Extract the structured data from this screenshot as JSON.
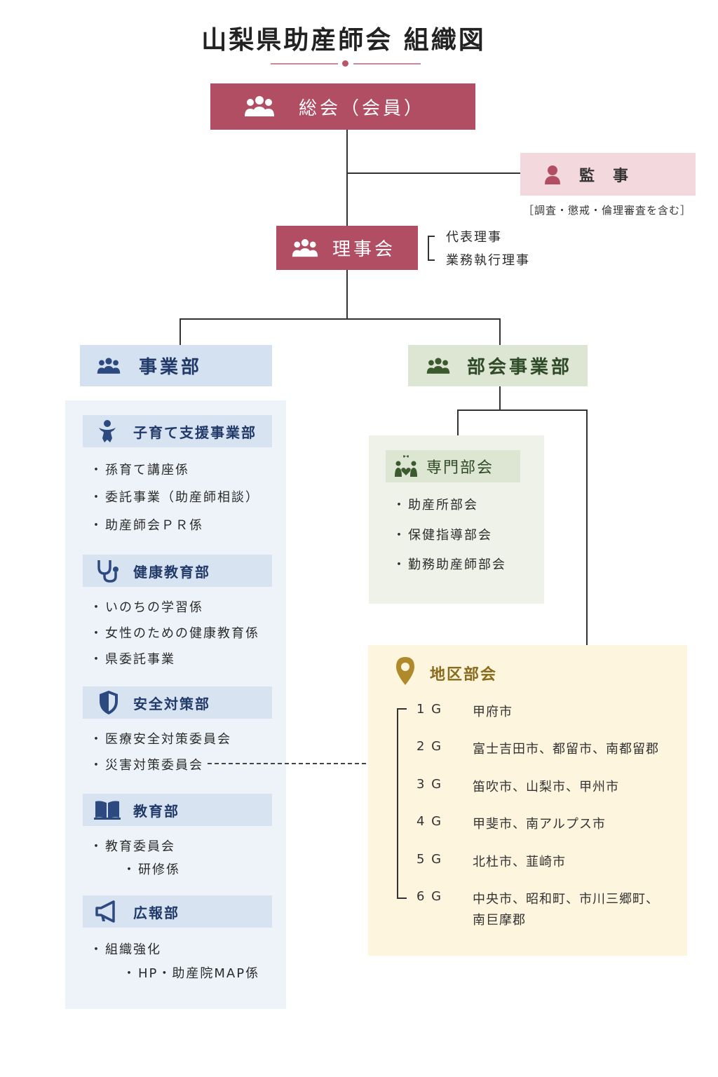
{
  "title": "山梨県助産師会 組織図",
  "general_assembly": "総会（会員）",
  "auditor": {
    "label": "監　事",
    "note": "［調査・懲戒・倫理審査を含む］"
  },
  "board": {
    "label": "理事会",
    "roles": [
      "代表理事",
      "業務執行理事"
    ]
  },
  "business_dept": {
    "label": "事業部",
    "sections": [
      {
        "name": "子育て支援事業部",
        "icon": "baby-icon",
        "items": [
          "孫育て講座係",
          "委託事業（助産師相談）",
          "助産師会ＰＲ係"
        ]
      },
      {
        "name": "健康教育部",
        "icon": "stethoscope-icon",
        "items": [
          "いのちの学習係",
          "女性のための健康教育係",
          "県委託事業"
        ]
      },
      {
        "name": "安全対策部",
        "icon": "shield-icon",
        "items": [
          "医療安全対策委員会",
          "災害対策委員会"
        ]
      },
      {
        "name": "教育部",
        "icon": "book-icon",
        "items": [
          "教育委員会"
        ],
        "subitems": [
          "研修係"
        ]
      },
      {
        "name": "広報部",
        "icon": "megaphone-icon",
        "items": [
          "組織強化"
        ],
        "subitems": [
          "HP・助産院MAP係"
        ]
      }
    ]
  },
  "subcommittee_dept": {
    "label": "部会事業部"
  },
  "specialist": {
    "label": "専門部会",
    "icon": "family-heart-icon",
    "items": [
      "助産所部会",
      "保健指導部会",
      "勤務助産師部会"
    ]
  },
  "regional": {
    "label": "地区部会",
    "icon": "location-pin-icon",
    "groups": [
      {
        "g": "1 G",
        "areas": "甲府市"
      },
      {
        "g": "2 G",
        "areas": "富士吉田市、都留市、南都留郡"
      },
      {
        "g": "3 G",
        "areas": "笛吹市、山梨市、甲州市"
      },
      {
        "g": "4 G",
        "areas": "甲斐市、南アルプス市"
      },
      {
        "g": "5 G",
        "areas": "北杜市、韮崎市"
      },
      {
        "g": "6 G",
        "areas": "中央市、昭和町、市川三郷町、",
        "areas2": "南巨摩郡"
      }
    ]
  },
  "colors": {
    "red": "#b24e63",
    "pink": "#f3d9de",
    "blue": "#d4e1f1",
    "green": "#dde6d3",
    "yellow": "#fdf5de"
  }
}
